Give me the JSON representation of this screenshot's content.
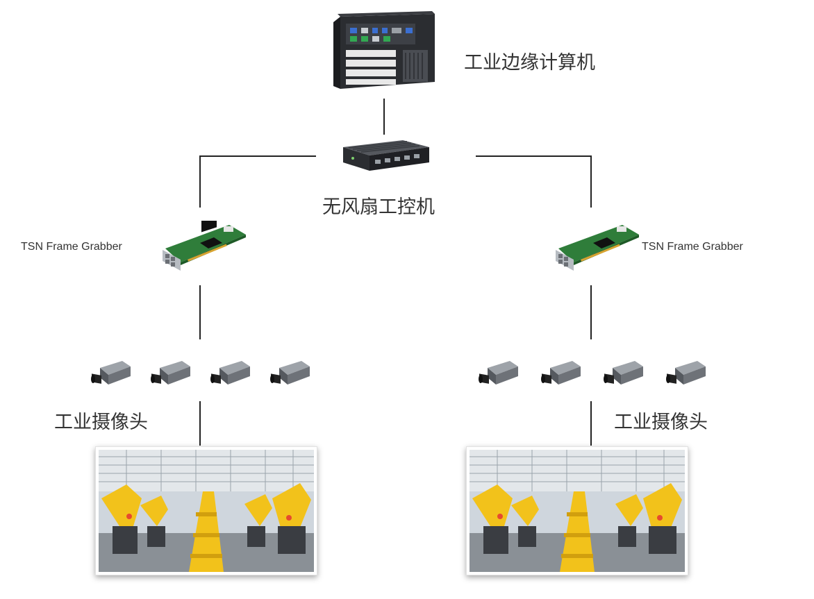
{
  "labels": {
    "edge_computer": "工业边缘计算机",
    "fanless_pc": "无风扇工控机",
    "grabber_left": "TSN Frame Grabber",
    "grabber_right": "TSN Frame Grabber",
    "cameras_left": "工业摄像头",
    "cameras_right": "工业摄像头"
  },
  "icons": {
    "edge_computer": "edge-computer-icon",
    "fanless_pc": "fanless-pc-icon",
    "grabber": "tsn-frame-grabber-card-icon",
    "camera": "industrial-camera-icon",
    "factory": "robotic-assembly-line-photo"
  },
  "colors": {
    "line": "#222222",
    "pcb_green": "#2f7d3a",
    "robot_yellow": "#f2c21b",
    "device_dark": "#2b2d31"
  }
}
